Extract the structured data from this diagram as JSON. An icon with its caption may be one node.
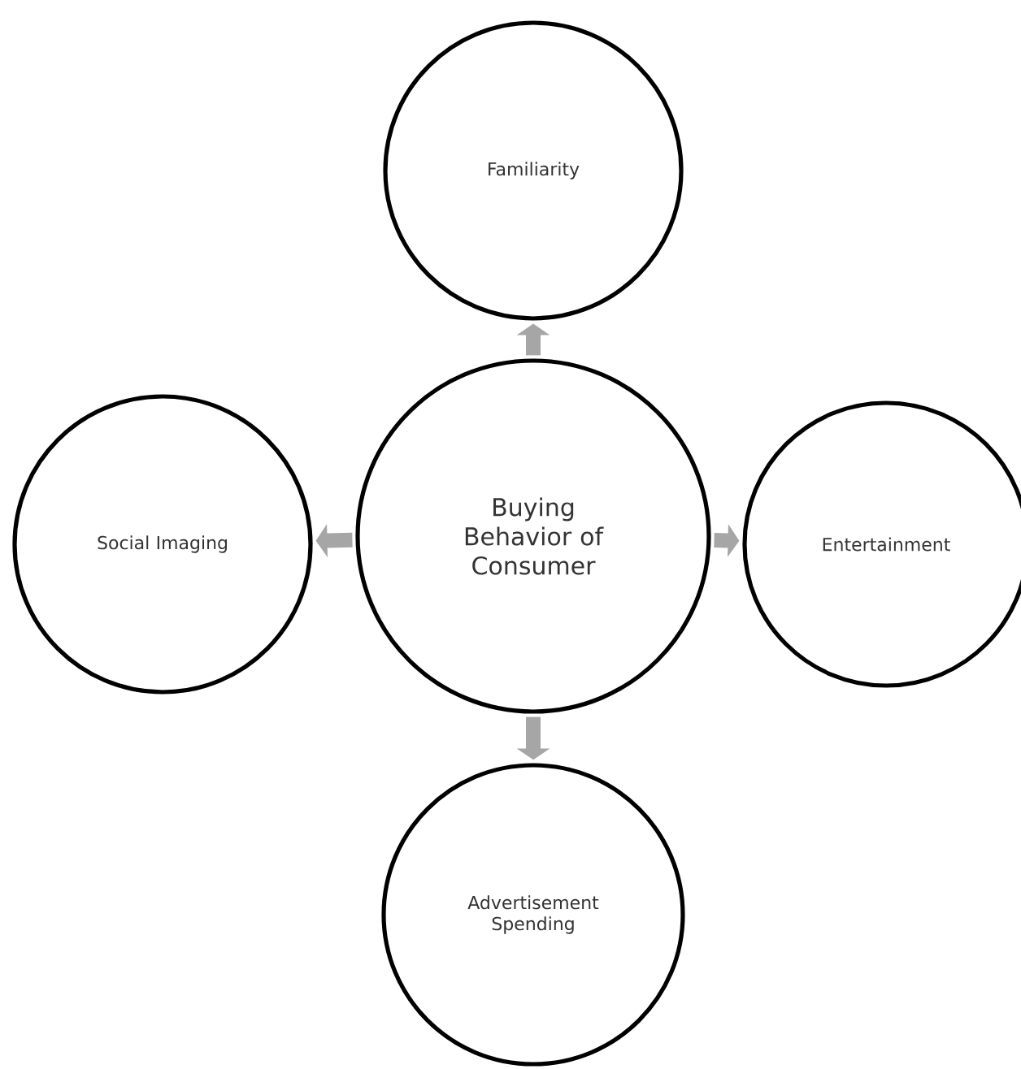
{
  "diagram": {
    "nodes": [
      {
        "text": [
          "Familiarity"
        ]
      },
      {
        "text": [
          "Social Imaging"
        ]
      },
      {
        "text": [
          "Buying Behavior of Consumer"
        ]
      },
      {
        "text": [
          "Entertainment"
        ]
      },
      {
        "text": [
          "Advertisement Spending"
        ]
      }
    ],
    "edges": [
      {
        "from": 2,
        "to": 0,
        "arrow": "to"
      },
      {
        "from": 2,
        "to": 1,
        "arrow": "to"
      },
      {
        "from": 2,
        "to": 3,
        "arrow": "to"
      },
      {
        "from": 2,
        "to": 4,
        "arrow": "to"
      }
    ]
  }
}
